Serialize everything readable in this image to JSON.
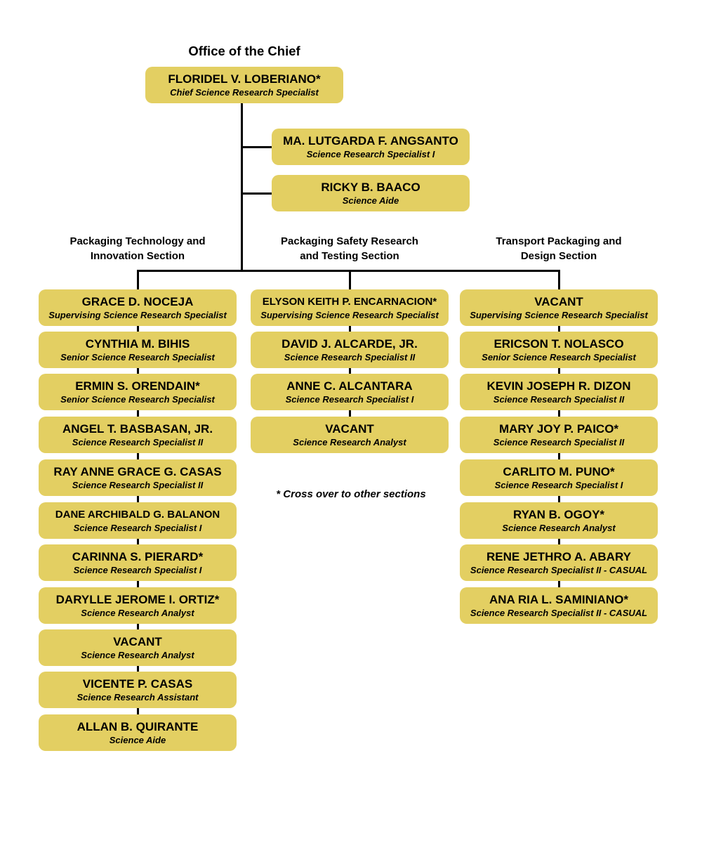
{
  "office_title": "Office of the Chief",
  "chief": {
    "name": "FLORIDEL V. LOBERIANO*",
    "title": "Chief Science Research Specialist"
  },
  "staff": [
    {
      "name": "MA. LUTGARDA F. ANGSANTO",
      "title": "Science Research Specialist I"
    },
    {
      "name": "RICKY B. BAACO",
      "title": "Science Aide"
    }
  ],
  "sections": [
    {
      "title": "Packaging Technology and Innovation Section",
      "title_lines": [
        "Packaging Technology and",
        "Innovation Section"
      ],
      "members": [
        {
          "name": "GRACE D. NOCEJA",
          "title": "Supervising Science Research Specialist"
        },
        {
          "name": "CYNTHIA M. BIHIS",
          "title": "Senior Science Research Specialist"
        },
        {
          "name": "ERMIN S. ORENDAIN*",
          "title": "Senior Science Research Specialist"
        },
        {
          "name": "ANGEL T. BASBASAN, JR.",
          "title": "Science Research Specialist II"
        },
        {
          "name": "RAY ANNE GRACE G. CASAS",
          "title": "Science Research Specialist II"
        },
        {
          "name": "DANE ARCHIBALD G. BALANON",
          "title": "Science Research Specialist I"
        },
        {
          "name": "CARINNA S. PIERARD*",
          "title": "Science Research Specialist I"
        },
        {
          "name": "DARYLLE JEROME I. ORTIZ*",
          "title": "Science Research Analyst"
        },
        {
          "name": "VACANT",
          "title": "Science Research Analyst"
        },
        {
          "name": "VICENTE P. CASAS",
          "title": "Science Research Assistant"
        },
        {
          "name": "ALLAN B. QUIRANTE",
          "title": "Science Aide"
        }
      ]
    },
    {
      "title": "Packaging Safety Research and Testing Section",
      "title_lines": [
        "Packaging Safety Research",
        "and Testing Section"
      ],
      "members": [
        {
          "name": "ELYSON KEITH P. ENCARNACION*",
          "title": "Supervising Science Research Specialist"
        },
        {
          "name": "DAVID J. ALCARDE, JR.",
          "title": "Science Research Specialist II"
        },
        {
          "name": "ANNE C. ALCANTARA",
          "title": "Science Research Specialist I"
        },
        {
          "name": "VACANT",
          "title": "Science Research Analyst"
        }
      ]
    },
    {
      "title": "Transport Packaging and Design Section",
      "title_lines": [
        "Transport Packaging and",
        "Design Section"
      ],
      "members": [
        {
          "name": "VACANT",
          "title": "Supervising Science Research Specialist"
        },
        {
          "name": "ERICSON T. NOLASCO",
          "title": "Senior Science Research Specialist"
        },
        {
          "name": "KEVIN JOSEPH R. DIZON",
          "title": "Science Research Specialist II"
        },
        {
          "name": "MARY JOY P. PAICO*",
          "title": "Science Research Specialist II"
        },
        {
          "name": "CARLITO M. PUNO*",
          "title": "Science Research Specialist I"
        },
        {
          "name": "RYAN B. OGOY*",
          "title": "Science Research Analyst"
        },
        {
          "name": "RENE JETHRO A. ABARY",
          "title": "Science Research Specialist II - CASUAL"
        },
        {
          "name": "ANA RIA L. SAMINIANO*",
          "title": "Science Research Specialist II - CASUAL"
        }
      ]
    }
  ],
  "footnote": "* Cross over to other sections",
  "colors": {
    "box": "#e3cf62",
    "line": "#000000",
    "background": "#ffffff"
  }
}
